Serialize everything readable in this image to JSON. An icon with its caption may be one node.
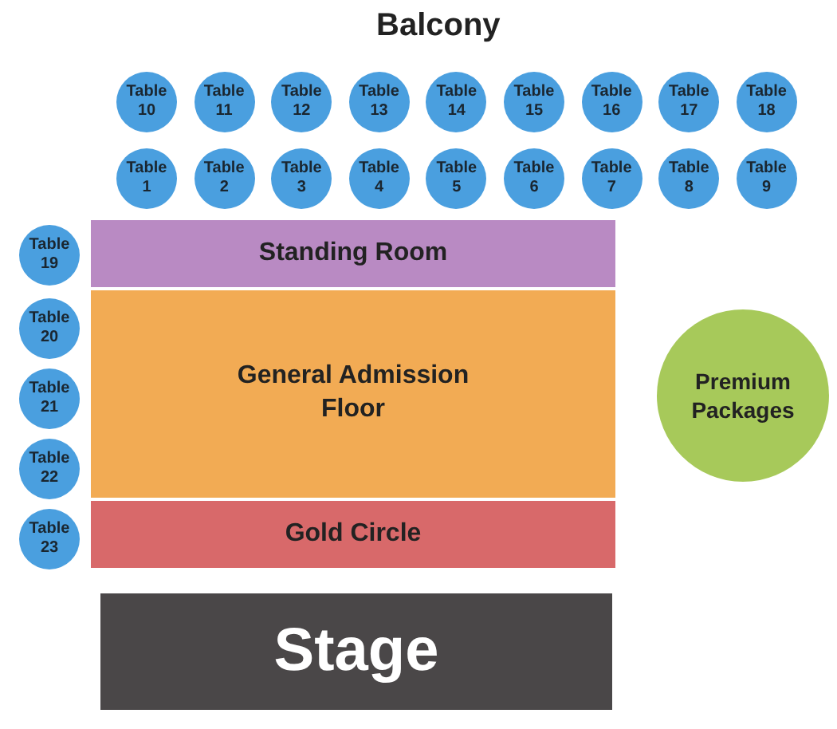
{
  "diagram": {
    "nodes": [
      {
        "text": [
          "Table 10"
        ]
      },
      {
        "text": [
          "Table 11"
        ]
      },
      {
        "text": [
          "Table 12"
        ]
      },
      {
        "text": [
          "Table 13"
        ]
      },
      {
        "text": [
          "Table 14"
        ]
      },
      {
        "text": [
          "Table 15"
        ]
      },
      {
        "text": [
          "Table 16"
        ]
      },
      {
        "text": [
          "Table 17"
        ]
      },
      {
        "text": [
          "Table 18"
        ]
      },
      {
        "text": [
          "Table 1"
        ]
      },
      {
        "text": [
          "Table 2"
        ]
      },
      {
        "text": [
          "Table 3"
        ]
      },
      {
        "text": [
          "Table 4"
        ]
      },
      {
        "text": [
          "Table 5"
        ]
      },
      {
        "text": [
          "Table 6"
        ]
      },
      {
        "text": [
          "Table 7"
        ]
      },
      {
        "text": [
          "Table 8"
        ]
      },
      {
        "text": [
          "Table 9"
        ]
      },
      {
        "text": [
          "Table 19"
        ]
      },
      {
        "text": [
          "Table 20"
        ]
      },
      {
        "text": [
          "Table 21"
        ]
      },
      {
        "text": [
          "Table 22"
        ]
      },
      {
        "text": [
          "Table 23"
        ]
      },
      {
        "text": [
          "Standing Room"
        ]
      },
      {
        "text": [
          "General Admission Floor"
        ]
      },
      {
        "text": [
          "Premium Packages"
        ]
      },
      {
        "text": [
          "Gold Circle"
        ]
      },
      {
        "text": [
          "Stage"
        ]
      }
    ],
    "labels": [
      "Balcony"
    ]
  }
}
